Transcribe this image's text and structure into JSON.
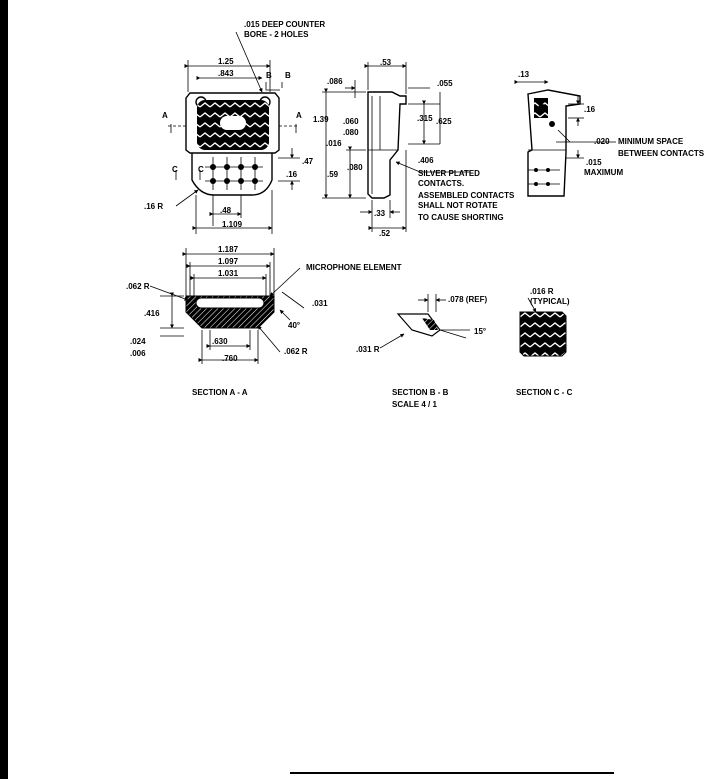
{
  "labels": {
    "counter_bore_1": ".015 DEEP COUNTER",
    "counter_bore_2": "BORE - 2 HOLES",
    "d_125": "1.25",
    "d_843": ".843",
    "b_top_left": "B",
    "b_top_right": "B",
    "a_left": "A",
    "a_right": "A",
    "c_left": "C",
    "c_inner": "C",
    "d_16r": ".16 R",
    "d_48": ".48",
    "d_1109": "1.109",
    "d_47": ".47",
    "d_16": ".16",
    "d_086": ".086",
    "d_53": ".53",
    "d_055": ".055",
    "d_139": "1.39",
    "d_060": ".060",
    "d_080a": ".080",
    "d_315": ".315",
    "d_625": ".625",
    "d_016": ".016",
    "d_080b": ".080",
    "d_59": ".59",
    "d_406": ".406",
    "d_33": ".33",
    "d_52": ".52",
    "silver_1": "SILVER PLATED",
    "silver_2": "CONTACTS.",
    "silver_3": "ASSEMBLED CONTACTS",
    "silver_4": "SHALL NOT ROTATE",
    "silver_5": "TO CAUSE SHORTING",
    "d_13": ".13",
    "d_right_16": ".16",
    "d_020": ".020",
    "min_space_1": "MINIMUM SPACE",
    "min_space_2": "BETWEEN CONTACTS",
    "d_015": ".015",
    "maximum": "MAXIMUM",
    "d_1187": "1.187",
    "d_1097": "1.097",
    "d_1031": "1.031",
    "mic_element": "MICROPHONE ELEMENT",
    "d_062r_left": ".062 R",
    "d_416": ".416",
    "d_031": ".031",
    "d_40deg": "40°",
    "d_024": ".024",
    "d_006": ".006",
    "d_630": ".630",
    "d_760": ".760",
    "d_062r_right": ".062 R",
    "d_078ref": ".078 (REF)",
    "d_15deg": "15°",
    "d_031r": ".031 R",
    "d_016r_1": ".016 R",
    "d_016r_2": "(TYPICAL)",
    "section_aa": "SECTION  A - A",
    "section_bb_1": "SECTION  B - B",
    "section_bb_2": "SCALE 4 / 1",
    "section_cc": "SECTION  C - C"
  }
}
